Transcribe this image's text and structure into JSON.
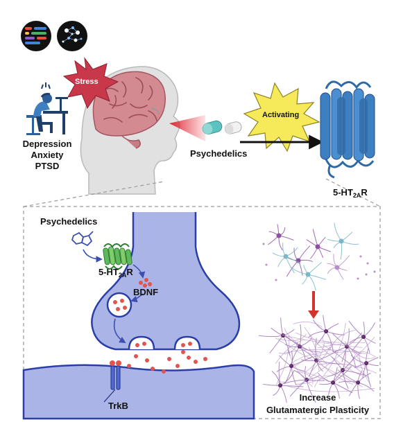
{
  "labels": {
    "stress": "Stress",
    "conditions": [
      "Depression",
      "Anxiety",
      "PTSD"
    ],
    "psychedelics_top": "Psychedelics",
    "activating": "Activating",
    "receptor_top": {
      "main": "5-HT",
      "sub": "2A",
      "suffix": "R"
    },
    "psychedelics_inset": "Psychedelics",
    "receptor_inset": {
      "main": "5-HT",
      "sub": "2A",
      "suffix": "R"
    },
    "bdnf": "BDNF",
    "trkb": "TrkB",
    "increase": "Increase",
    "plasticity": "Glutamatergic Plasticity"
  },
  "icons": [
    "code-logo-icon",
    "network-logo-icon",
    "stressed-person-icon",
    "head-brain-icon",
    "pill-icon",
    "receptor-icon",
    "molecule-icon",
    "neuron-network-icon"
  ],
  "colors": {
    "receptor_blue": "#3d7fc1",
    "synapse_fill": "#aab4e6",
    "synapse_stroke": "#2b3ea5",
    "burst_red": "#c8374a",
    "burst_yellow": "#f6ea5a",
    "neuron_purple": "#a173b8",
    "arrow_red": "#d2342b",
    "vesicle_red": "#e0554f",
    "pill_teal": "#5cc4c0"
  }
}
